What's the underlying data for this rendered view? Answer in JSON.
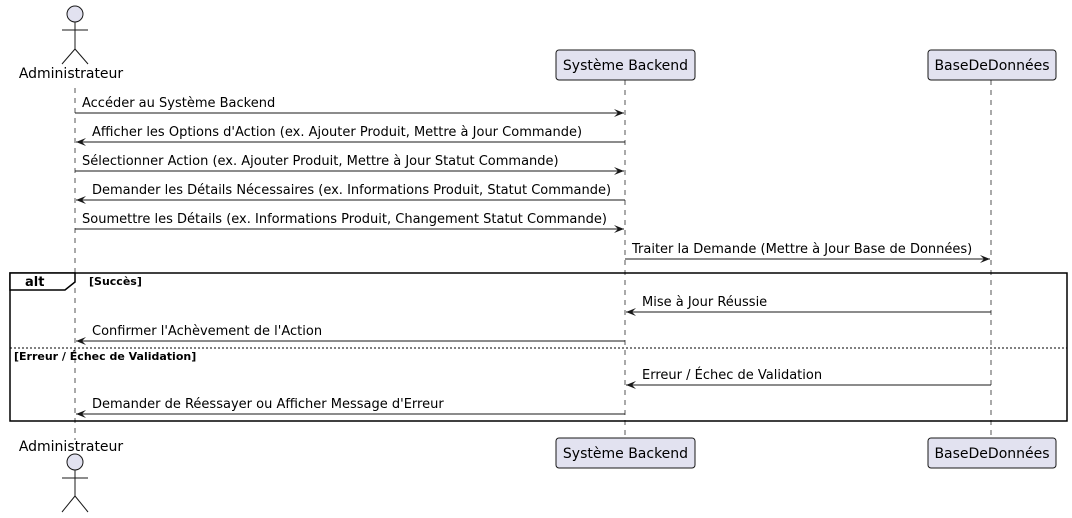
{
  "participants": [
    {
      "id": "admin",
      "label": "Administrateur",
      "kind": "actor"
    },
    {
      "id": "backend",
      "label": "Système Backend",
      "kind": "participant"
    },
    {
      "id": "db",
      "label": "BaseDeDonnées",
      "kind": "participant"
    }
  ],
  "messages": [
    {
      "from": "admin",
      "to": "backend",
      "label": "Accéder au Système Backend"
    },
    {
      "from": "backend",
      "to": "admin",
      "label": "Afficher les Options d'Action (ex. Ajouter Produit, Mettre à Jour Commande)"
    },
    {
      "from": "admin",
      "to": "backend",
      "label": "Sélectionner Action (ex. Ajouter Produit, Mettre à Jour Statut Commande)"
    },
    {
      "from": "backend",
      "to": "admin",
      "label": "Demander les Détails Nécessaires (ex. Informations Produit, Statut Commande)"
    },
    {
      "from": "admin",
      "to": "backend",
      "label": "Soumettre les Détails (ex. Informations Produit, Changement Statut Commande)"
    },
    {
      "from": "backend",
      "to": "db",
      "label": "Traiter la Demande (Mettre à Jour Base de Données)"
    },
    {
      "from": "db",
      "to": "backend",
      "label": "Mise à Jour Réussie"
    },
    {
      "from": "backend",
      "to": "admin",
      "label": "Confirmer l'Achèvement de l'Action"
    },
    {
      "from": "db",
      "to": "backend",
      "label": "Erreur / Échec de Validation"
    },
    {
      "from": "backend",
      "to": "admin",
      "label": "Demander de Réessayer ou Afficher Message d'Erreur"
    }
  ],
  "fragment": {
    "operator": "alt",
    "guards": [
      "[Succès]",
      "[Erreur / Échec de Validation]"
    ]
  },
  "colors": {
    "participant_fill": "#e2e2f0",
    "participant_stroke": "#181818",
    "line": "#181818",
    "lifeline": "#555555"
  }
}
